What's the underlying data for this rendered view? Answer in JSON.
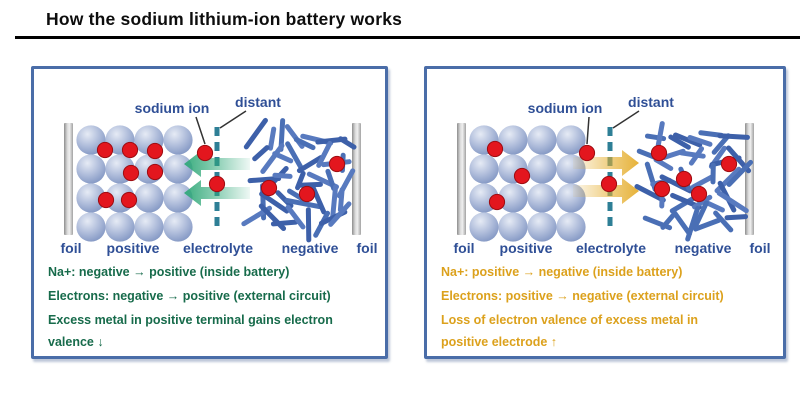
{
  "title": "How the sodium lithium-ion battery works",
  "colors": {
    "panel_border": "#4a6da8",
    "label_blue": "#2f4f96",
    "electrolyte_teal": "#2e7f96",
    "ion_red": "#e3161e",
    "rod_blue": "#4a6fb5",
    "sphere_blue": "#8aa0c9",
    "foil_gray": "#a2a2a2",
    "discharge_green": "#176b4b",
    "charge_gold": "#dca11c"
  },
  "panels": [
    {
      "id": "discharge",
      "callouts": {
        "sodium_ion": "sodium ion",
        "distant": "distant"
      },
      "electrode_labels": [
        "foil",
        "positive",
        "electrolyte",
        "negative",
        "foil"
      ],
      "ion_flow_direction": "left",
      "arrow_color": "#2fa878",
      "note_color": "#176b4b",
      "notes": [
        [
          "Na+: negative → positive (inside battery)"
        ],
        [
          "Electrons: negative → positive (external circuit)"
        ],
        [
          "Excess metal in positive terminal gains electron",
          "valence ↓"
        ]
      ],
      "cathode_ions": [
        [
          71,
          81
        ],
        [
          96,
          81
        ],
        [
          121,
          82
        ],
        [
          97,
          104
        ],
        [
          121,
          103
        ],
        [
          72,
          131
        ],
        [
          95,
          131
        ]
      ],
      "electrolyte_ions": [
        [
          171,
          84
        ],
        [
          183,
          115
        ]
      ],
      "anode_ions": [
        [
          303,
          95
        ],
        [
          235,
          119
        ],
        [
          273,
          125
        ]
      ],
      "rod_seed": 7
    },
    {
      "id": "charge",
      "callouts": {
        "sodium_ion": "sodium ion",
        "distant": "distant"
      },
      "electrode_labels": [
        "foil",
        "positive",
        "electrolyte",
        "negative",
        "foil"
      ],
      "ion_flow_direction": "right",
      "arrow_color": "#e5ae2e",
      "note_color": "#dca11c",
      "notes": [
        [
          "Na+: positive → negative (inside battery)"
        ],
        [
          "Electrons: positive → negative (external circuit)"
        ],
        [
          "Loss of electron valence of excess metal in",
          "positive electrode ↑"
        ]
      ],
      "cathode_ions": [
        [
          68,
          80
        ],
        [
          95,
          107
        ],
        [
          70,
          133
        ]
      ],
      "electrolyte_ions": [
        [
          160,
          84
        ],
        [
          182,
          115
        ]
      ],
      "anode_ions": [
        [
          232,
          84
        ],
        [
          302,
          95
        ],
        [
          257,
          110
        ],
        [
          235,
          120
        ],
        [
          272,
          125
        ]
      ],
      "rod_seed": 13
    }
  ]
}
